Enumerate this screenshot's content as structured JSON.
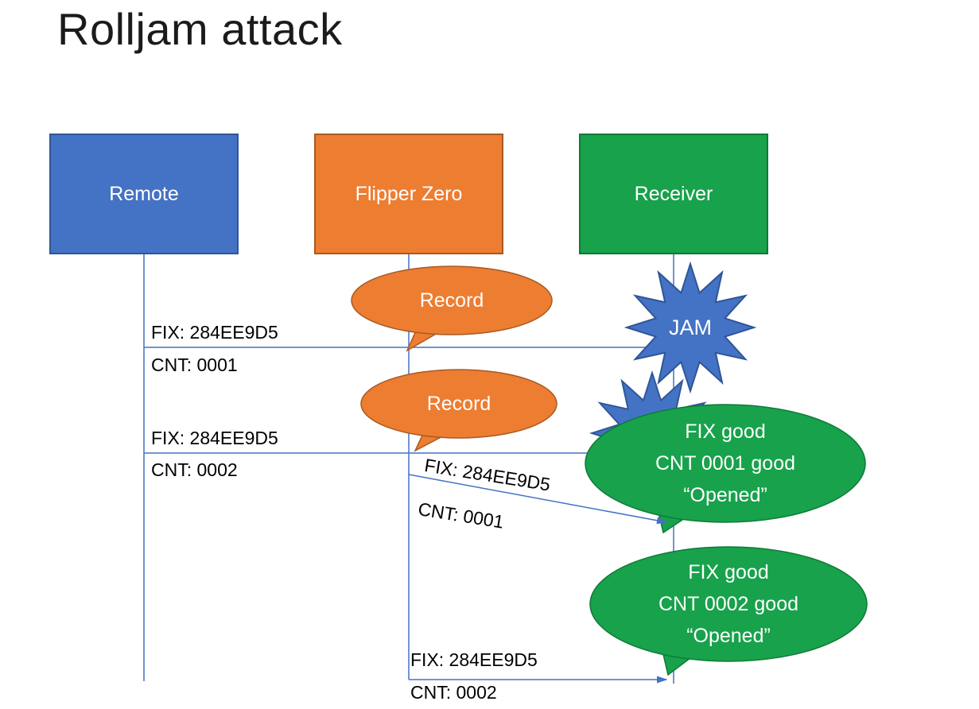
{
  "title": "Rolljam attack",
  "actors": [
    {
      "label": "Remote",
      "color": "#4472C4"
    },
    {
      "label": "Flipper Zero",
      "color": "#ED7D31"
    },
    {
      "label": "Receiver",
      "color": "#18A24B"
    }
  ],
  "callouts": {
    "record1": {
      "label": "Record"
    },
    "record2": {
      "label": "Record"
    },
    "jam": {
      "label": "JAM"
    },
    "good1": {
      "lines": [
        "FIX good",
        "CNT 0001 good",
        "“Opened”"
      ]
    },
    "good2": {
      "lines": [
        "FIX good",
        "CNT 0002 good",
        "“Opened”"
      ]
    }
  },
  "messages": {
    "remote1": {
      "fix": "FIX: 284EE9D5",
      "cnt": "CNT: 0001"
    },
    "remote2": {
      "fix": "FIX: 284EE9D5",
      "cnt": "CNT: 0002"
    },
    "replay1": {
      "fix": "FIX: 284EE9D5",
      "cnt": "CNT: 0001"
    },
    "replay2": {
      "fix": "FIX: 284EE9D5",
      "cnt": "CNT: 0002"
    }
  },
  "colors": {
    "remote_blue": "#4472C4",
    "flipper_orange": "#ED7D31",
    "receiver_green": "#18A24B",
    "line_blue": "#4472C4",
    "star_blue": "#4472C4"
  }
}
